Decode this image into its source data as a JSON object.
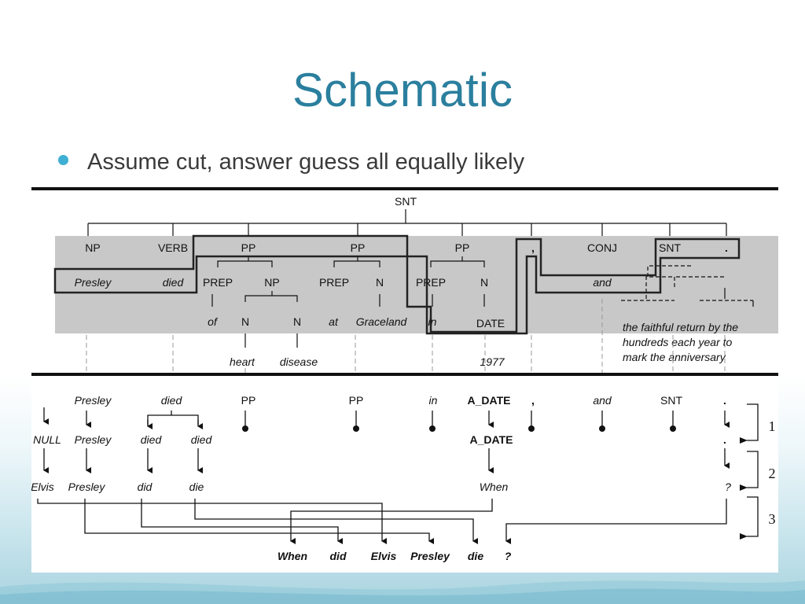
{
  "slide": {
    "title": "Schematic",
    "bullet": "Assume cut, answer guess all equally likely"
  },
  "tree": {
    "root": "SNT",
    "categories": [
      "NP",
      "VERB",
      "PP",
      "PP",
      "PP",
      ",",
      "CONJ",
      "SNT",
      "."
    ],
    "pp1": [
      "PREP",
      "NP"
    ],
    "pp1_np": [
      "N",
      "N"
    ],
    "pp2": [
      "PREP",
      "N"
    ],
    "pp3": [
      "PREP",
      "N"
    ],
    "leaves": {
      "presley": "Presley",
      "died": "died",
      "of": "of",
      "at": "at",
      "graceland": "Graceland",
      "in": "in",
      "date": "DATE",
      "and": "and",
      "heart": "heart",
      "disease": "disease",
      "year": "1977"
    },
    "snt_text": [
      "the faithful return by the",
      "hundreds each year to",
      "mark the anniversary"
    ]
  },
  "steps": {
    "row1": [
      "Presley",
      "died",
      "PP",
      "PP",
      "in",
      "A_DATE",
      ",",
      "and",
      "SNT",
      "."
    ],
    "row2": [
      "NULL",
      "Presley",
      "died",
      "died",
      "A_DATE",
      "."
    ],
    "row3": [
      "Elvis",
      "Presley",
      "did",
      "die",
      "When",
      "?"
    ],
    "output": [
      "When",
      "did",
      "Elvis",
      "Presley",
      "die",
      "?"
    ],
    "step_numbers": [
      "1",
      "2",
      "3"
    ]
  },
  "colors": {
    "title": "#2b7f9e",
    "bullet": "#3fb0d4",
    "gray_box": "#c8c8c8"
  }
}
